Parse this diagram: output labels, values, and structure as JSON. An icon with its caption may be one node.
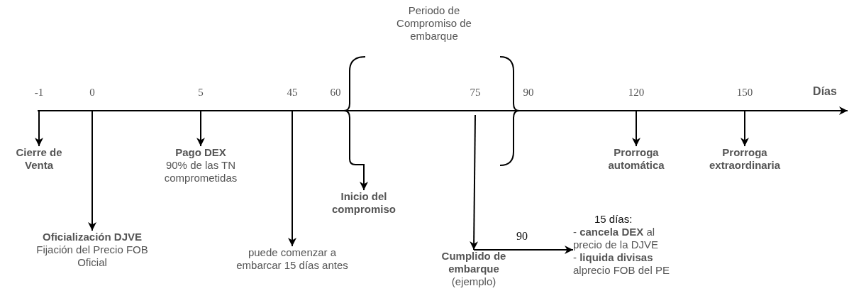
{
  "diagram": {
    "nodes": [
      {
        "text": [
          "Cierre de Venta"
        ]
      },
      {
        "text": [
          "Oficialización DJVE",
          "Fijación del Precio FOB Oficial"
        ]
      },
      {
        "text": [
          "Pago DEX",
          "90% de las TN comprometidas"
        ]
      },
      {
        "text": [
          "puede comenzar a embarcar 15 días antes"
        ]
      },
      {
        "text": [
          "Inicio del compromiso"
        ]
      },
      {
        "text": [
          "Cumplido de embarque",
          "(ejemplo)"
        ]
      },
      {
        "text": [
          "15 días:",
          "- **cancela DEX** al precio de la DJVE",
          "- **liquida divisas** alprecio FOB del PE"
        ]
      },
      {
        "text": [
          "Prorroga automática"
        ]
      },
      {
        "text": [
          "Prorroga extraordinaria"
        ]
      },
      {
        "text": [],
        "shape": "bracket"
      }
    ],
    "edges": [
      {
        "from": null,
        "to": 0,
        "arrow": "to"
      },
      {
        "from": null,
        "to": 1,
        "arrow": "to"
      },
      {
        "from": null,
        "to": 2,
        "arrow": "to"
      },
      {
        "from": null,
        "to": 3,
        "arrow": "to"
      },
      {
        "from": 9,
        "to": 4,
        "arrow": "to"
      },
      {
        "from": null,
        "to": 5,
        "arrow": "to"
      },
      {
        "from": 5,
        "to": 6,
        "arrow": "to",
        "label": "90"
      },
      {
        "from": null,
        "to": 7,
        "arrow": "to"
      },
      {
        "from": null,
        "to": 8,
        "arrow": "to"
      }
    ],
    "labels": [
      "Periodo de Compromiso de embarque",
      "-1",
      "0",
      "5",
      "45",
      "60",
      "75",
      "90",
      "120",
      "150",
      "Días"
    ]
  }
}
